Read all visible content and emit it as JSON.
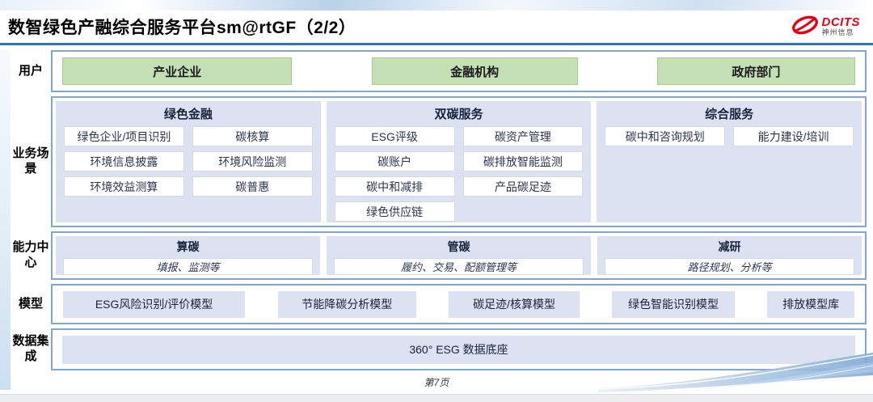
{
  "header": {
    "title": "数智绿色产融综合服务平台sm@rtGF（2/2）",
    "logo": {
      "brand": "DCITS",
      "sub": "神州信息",
      "color": "#e60012"
    }
  },
  "rows": {
    "users": {
      "label": "用户",
      "items": [
        "产业企业",
        "金融机构",
        "政府部门"
      ]
    },
    "scenarios": {
      "label": "业务场景",
      "columns": [
        {
          "title": "绿色金融",
          "items": [
            "绿色企业/项目识别",
            "碳核算",
            "环境信息披露",
            "环境风险监测",
            "环境效益测算",
            "碳普惠"
          ]
        },
        {
          "title": "双碳服务",
          "items": [
            "ESG评级",
            "碳资产管理",
            "碳账户",
            "碳排放智能监测",
            "碳中和减排",
            "产品碳足迹",
            "绿色供应链"
          ]
        },
        {
          "title": "综合服务",
          "items": [
            "碳中和咨询规划",
            "能力建设/培训"
          ]
        }
      ]
    },
    "capabilities": {
      "label": "能力中心",
      "cells": [
        {
          "title": "算碳",
          "desc": "填报、监测等"
        },
        {
          "title": "管碳",
          "desc": "履约、交易、配额管理等"
        },
        {
          "title": "减研",
          "desc": "路径规划、分析等"
        }
      ]
    },
    "models": {
      "label": "模型",
      "items": [
        "ESG风险识别/评价模型",
        "节能降碳分析模型",
        "碳足迹/核算模型",
        "绿色智能识别模型",
        "排放模型库"
      ]
    },
    "data_integration": {
      "label": "数据集成",
      "items": [
        "360° ESG 数据底座"
      ]
    }
  },
  "footer": {
    "page": "第7页"
  },
  "colors": {
    "divider_blue": "#2e75b6",
    "container_border": "#7da7d8",
    "lavender_fill": "#dce2f1",
    "green_fill": "#c5dfb4",
    "green_border": "#a3cd8b",
    "logo_red": "#e60012"
  }
}
